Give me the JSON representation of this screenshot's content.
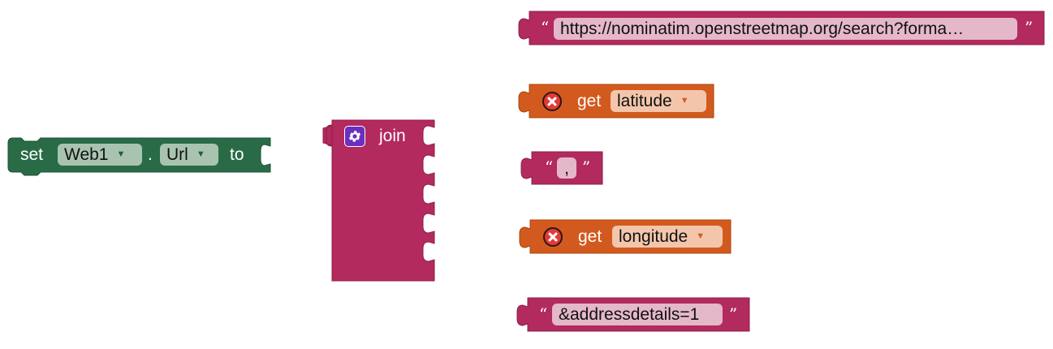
{
  "set_block": {
    "set_label": "set",
    "component_value": "Web1",
    "dot_label": ".",
    "property_value": "Url",
    "to_label": "to",
    "color": "#2a6b47"
  },
  "join_block": {
    "label": "join",
    "icon": "gear-icon",
    "color": "#b22a5e"
  },
  "text_blocks": {
    "url": "https://nominatim.openstreetmap.org/search?forma…",
    "comma": ",",
    "details": "&addressdetails=1",
    "open_quote": "“",
    "close_quote": "”"
  },
  "get_blocks": {
    "get_label": "get",
    "latitude": "latitude",
    "longitude": "longitude",
    "color": "#d35a1e",
    "icon": "error-icon"
  },
  "dropdown_arrow": "▼"
}
